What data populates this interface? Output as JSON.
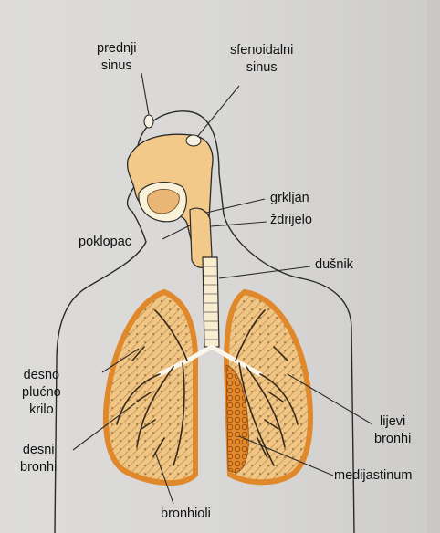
{
  "labels": {
    "prednji_sinus": [
      "prednji",
      "sinus"
    ],
    "sfenoidalni_sinus": [
      "sfenoidalni",
      "sinus"
    ],
    "grkljan": "grkljan",
    "zdrijelo": "ždrijelo",
    "poklopac": "poklopac",
    "dusnik": "dušnik",
    "desno_plucno_krilo": [
      "desno",
      "plućno",
      "krilo"
    ],
    "desni_bronhi": [
      "desni",
      "bronhi"
    ],
    "lijevi_bronhi": [
      "lijevi",
      "bronhi"
    ],
    "medijastinum": "medijastinum",
    "bronhioli": "bronhioli"
  },
  "colors": {
    "tissue_fill": "#f3c98a",
    "lung_border": "#e0892c",
    "outline": "#2a2a2a",
    "background": "#d9d8d6"
  }
}
